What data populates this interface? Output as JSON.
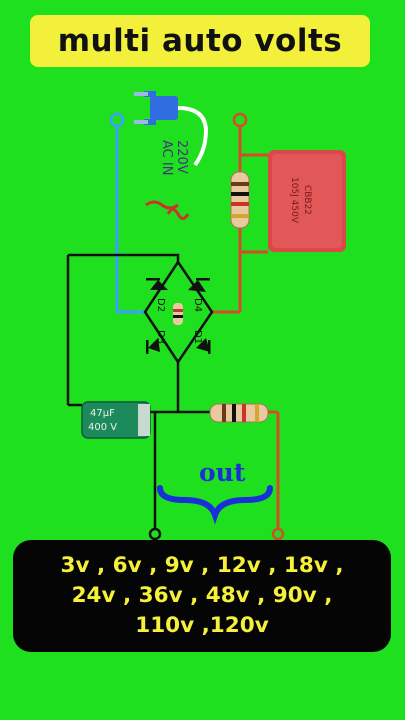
{
  "title": "multi auto volts",
  "components": {
    "ac_input_label_1": "220V",
    "ac_input_label_2": "AC IN",
    "ac_symbol": "~",
    "capacitor_x_label": "CBB22",
    "capacitor_x_value": "105J 450V",
    "diodes": [
      "D1",
      "D2",
      "D3",
      "D4"
    ],
    "electrolytic_value": "47µF",
    "electrolytic_voltage": "400 V",
    "output_label": "out"
  },
  "voltages": {
    "line1": "3v , 6v , 9v , 12v , 18v ,",
    "line2": "24v , 36v , 48v , 90v ,",
    "line3": "110v ,120v"
  },
  "colors": {
    "background": "#1ee01e",
    "title_bg": "#f2f03a",
    "wire_blue": "#3aa0ff",
    "wire_red": "#d84a2a",
    "wire_black": "#111111",
    "text_yellow": "#f5f03c"
  }
}
